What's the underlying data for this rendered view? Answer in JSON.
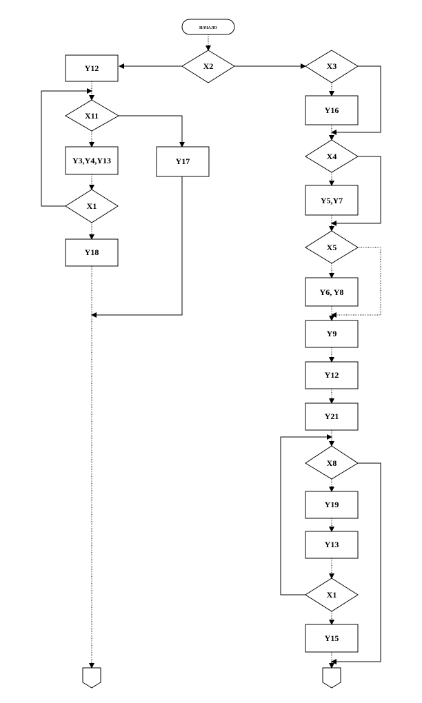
{
  "diagram": {
    "start": "НАЧАЛО",
    "conditions": {
      "x2": "X2",
      "x3": "X3",
      "x11": "X11",
      "x4": "X4",
      "x1_left": "X1",
      "x5": "X5",
      "x8": "X8",
      "x1_right": "X1"
    },
    "operations": {
      "y12_left": "Y12",
      "y16": "Y16",
      "y3y4y13": "Y3,Y4,Y13",
      "y17": "Y17",
      "y5y7": "Y5,Y7",
      "y18": "Y18",
      "y6y8": "Y6, Y8",
      "y9": "Y9",
      "y12_right": "Y12",
      "y21": "Y21",
      "y19": "Y19",
      "y13": "Y13",
      "y15": "Y15"
    }
  }
}
